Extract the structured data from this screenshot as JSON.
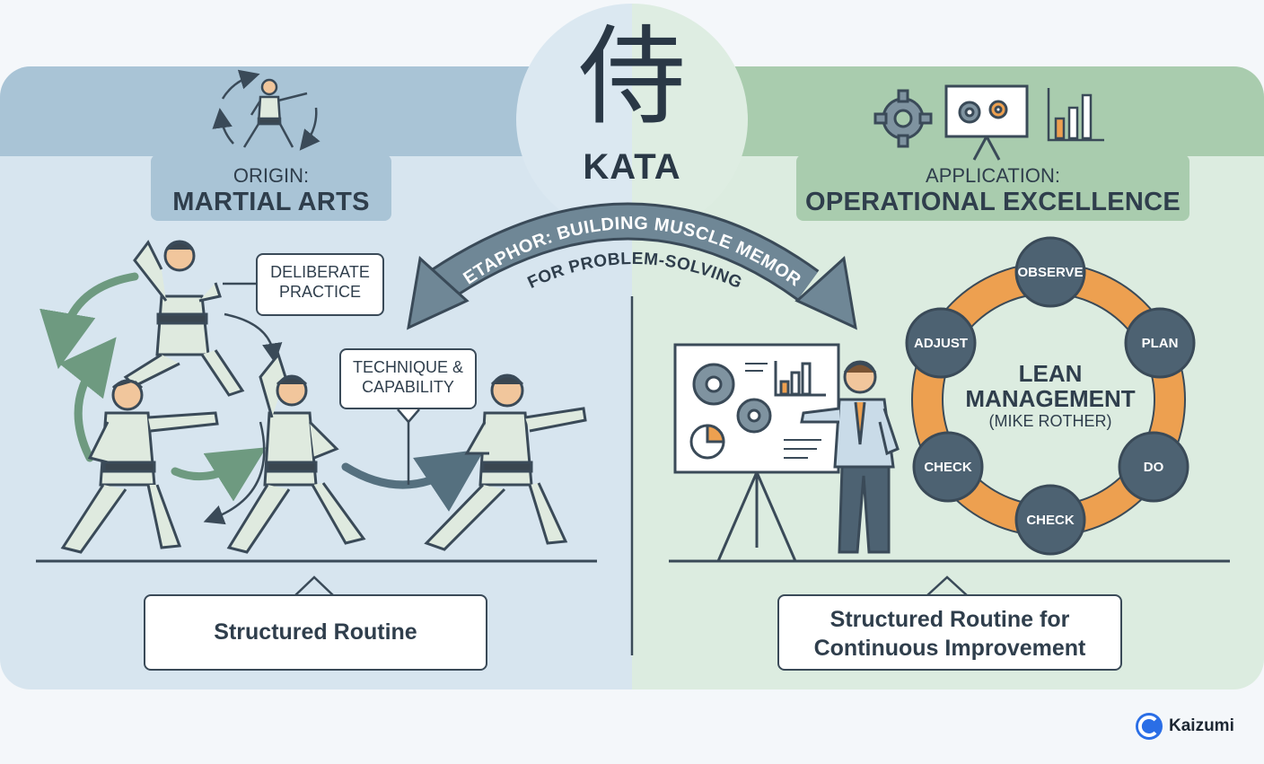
{
  "center": {
    "kanji": "侍",
    "title": "KATA"
  },
  "left": {
    "header_small": "ORIGIN:",
    "header_big": "MARTIAL ARTS",
    "callout_1": [
      "DELIBERATE",
      "PRACTICE"
    ],
    "callout_2": [
      "TECHNIQUE &",
      "CAPABILITY"
    ],
    "bottom": "Structured Routine"
  },
  "right": {
    "header_small": "APPLICATION:",
    "header_big": "OPERATIONAL EXCELLENCE",
    "cycle_center_title": [
      "LEAN",
      "MANAGEMENT"
    ],
    "cycle_center_sub": "(MIKE ROTHER)",
    "cycle_nodes": [
      "OBSERVE",
      "PLAN",
      "DO",
      "CHECK",
      "CHECK",
      "ADJUST"
    ],
    "bottom": [
      "Structured Routine for",
      "Continuous Improvement"
    ]
  },
  "metaphor": {
    "line1": "METAPHOR: BUILDING MUSCLE MEMORY",
    "line2": "FOR PROBLEM-SOLVING"
  },
  "brand": {
    "name": "Kaizumi"
  },
  "colors": {
    "left_bg": "#d7e5ef",
    "right_bg": "#dcece0",
    "navy": "#3a4a58",
    "node": "#4d6272",
    "orange": "#eda050",
    "gi": "#dfeadf",
    "belt": "#3a4650",
    "skin": "#f1c69c"
  }
}
